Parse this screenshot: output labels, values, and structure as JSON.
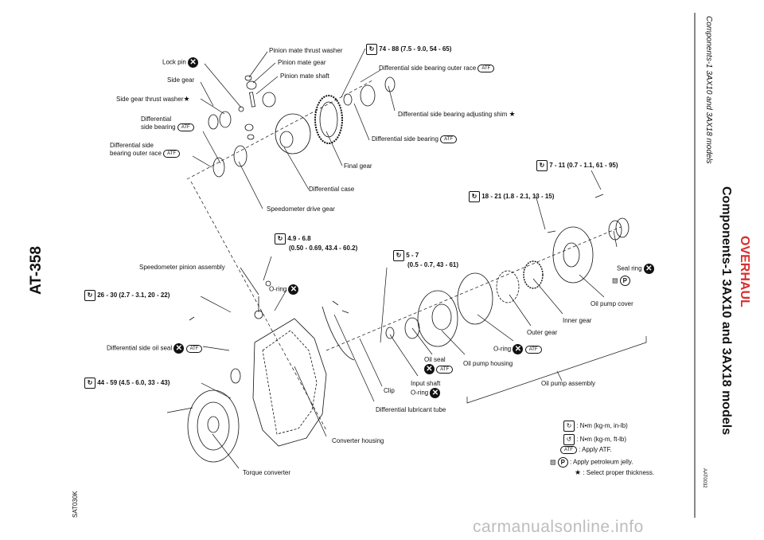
{
  "page": {
    "section": "OVERHAUL",
    "title": "Components-1 3AX10 and 3AX18 models",
    "side_header": "Components-1 3AX10 and 3AX18 models",
    "page_number": "AT-358",
    "figure_code": "SAT030K",
    "ref_code": "AAT0032",
    "watermark": "carmanualsonline.info"
  },
  "colors": {
    "section_red": "#d92d2d",
    "ink": "#111111",
    "watermark": "#bdbdbd"
  },
  "labels": {
    "lock_pin": "Lock pin",
    "side_gear": "Side gear",
    "side_gear_thrust_washer": "Side gear thrust washer",
    "diff_side_bearing_1": "Differential",
    "diff_side_bearing_2": "side bearing",
    "diff_side_outer_race_1": "Differential side",
    "diff_side_outer_race_2": "bearing outer race",
    "pinion_mate_thrust_washer": "Pinion mate thrust washer",
    "pinion_mate_gear": "Pinion mate gear",
    "pinion_mate_shaft": "Pinion mate shaft",
    "torque_74": "74 - 88 (7.5 - 9.0, 54 - 65)",
    "diff_side_bearing_outer_race_r": "Differential side bearing outer race",
    "diff_side_bearing_adjusting_shim": "Differential side bearing adjusting shim",
    "diff_side_bearing_r": "Differential side bearing",
    "final_gear": "Final gear",
    "differential_case": "Differential case",
    "speedometer_drive_gear": "Speedometer drive gear",
    "torque_7": "7 - 11 (0.7 - 1.1, 61 - 95)",
    "torque_18": "18 - 21 (1.8 - 2.1, 13 - 15)",
    "torque_49_1": "4.9 - 6.8",
    "torque_49_2": "(0.50 - 0.69, 43.4 - 60.2)",
    "torque_5_1": "5 - 7",
    "torque_5_2": "(0.5 - 0.7, 43 - 61)",
    "speedometer_pinion_assembly": "Speedometer pinion assembly",
    "oring_top": "O-ring",
    "torque_26": "26 - 30 (2.7 - 3.1, 20 - 22)",
    "seal_ring": "Seal ring",
    "oil_pump_cover": "Oil pump cover",
    "inner_gear": "Inner gear",
    "outer_gear": "Outer gear",
    "oring_mid": "O-ring",
    "diff_side_oil_seal": "Differential side oil seal",
    "oil_seal": "Oil seal",
    "oil_pump_housing": "Oil pump housing",
    "oil_pump_assembly": "Oil pump assembly",
    "torque_44": "44 - 59 (4.5 - 6.0, 33 - 43)",
    "clip": "Clip",
    "input_shaft_1": "Input shaft",
    "input_shaft_2": "O-ring",
    "diff_lubricant_tube": "Differential lubricant tube",
    "converter_housing": "Converter housing",
    "torque_converter": "Torque converter",
    "atf": "ATF",
    "p": "P",
    "star": "★",
    "x": "✕"
  },
  "legend": [
    {
      "icon": "torque-nm-in-icon",
      "text": ": N•m (kg-m, in-lb)"
    },
    {
      "icon": "torque-nm-ft-icon",
      "text": ": N•m (kg-m, ft-lb)"
    },
    {
      "icon": "atf-icon",
      "text": ": Apply ATF."
    },
    {
      "icon": "petroleum-jelly-icon",
      "text": ": Apply petroleum jelly."
    },
    {
      "icon": "star-icon",
      "text": ": Select proper thickness."
    }
  ]
}
